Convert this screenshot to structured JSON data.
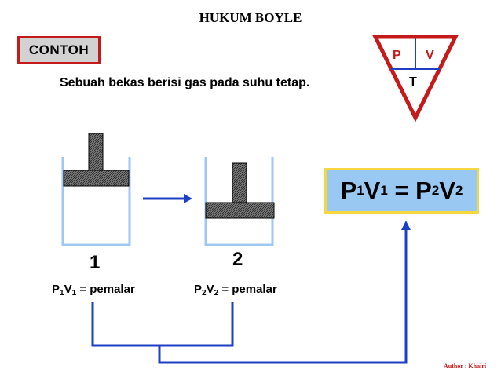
{
  "title": "HUKUM BOYLE",
  "contoh_label": "CONTOH",
  "sentence": "Sebuah bekas berisi gas pada suhu tetap.",
  "triangle": {
    "p": "P",
    "v": "V",
    "t": "T"
  },
  "state1": {
    "number": "1",
    "p": "P",
    "p_sub": "1",
    "v": "V",
    "v_sub": "1",
    "rest": " = pemalar"
  },
  "state2": {
    "number": "2",
    "p": "P",
    "p_sub": "2",
    "v": "V",
    "v_sub": "2",
    "rest": " = pemalar"
  },
  "formula": {
    "p1": "P",
    "s1": "1",
    "v1": "V",
    "s2": "1",
    "eq": " = ",
    "p2": "P",
    "s3": "2",
    "v2": "V",
    "s4": "2"
  },
  "author": "Author : Khairi",
  "colors": {
    "red": "#c41a1a",
    "blue": "#1c3fc4",
    "formula_bg": "#99c8f2",
    "formula_border": "#f6d73f",
    "container": "#9ec7f3"
  }
}
